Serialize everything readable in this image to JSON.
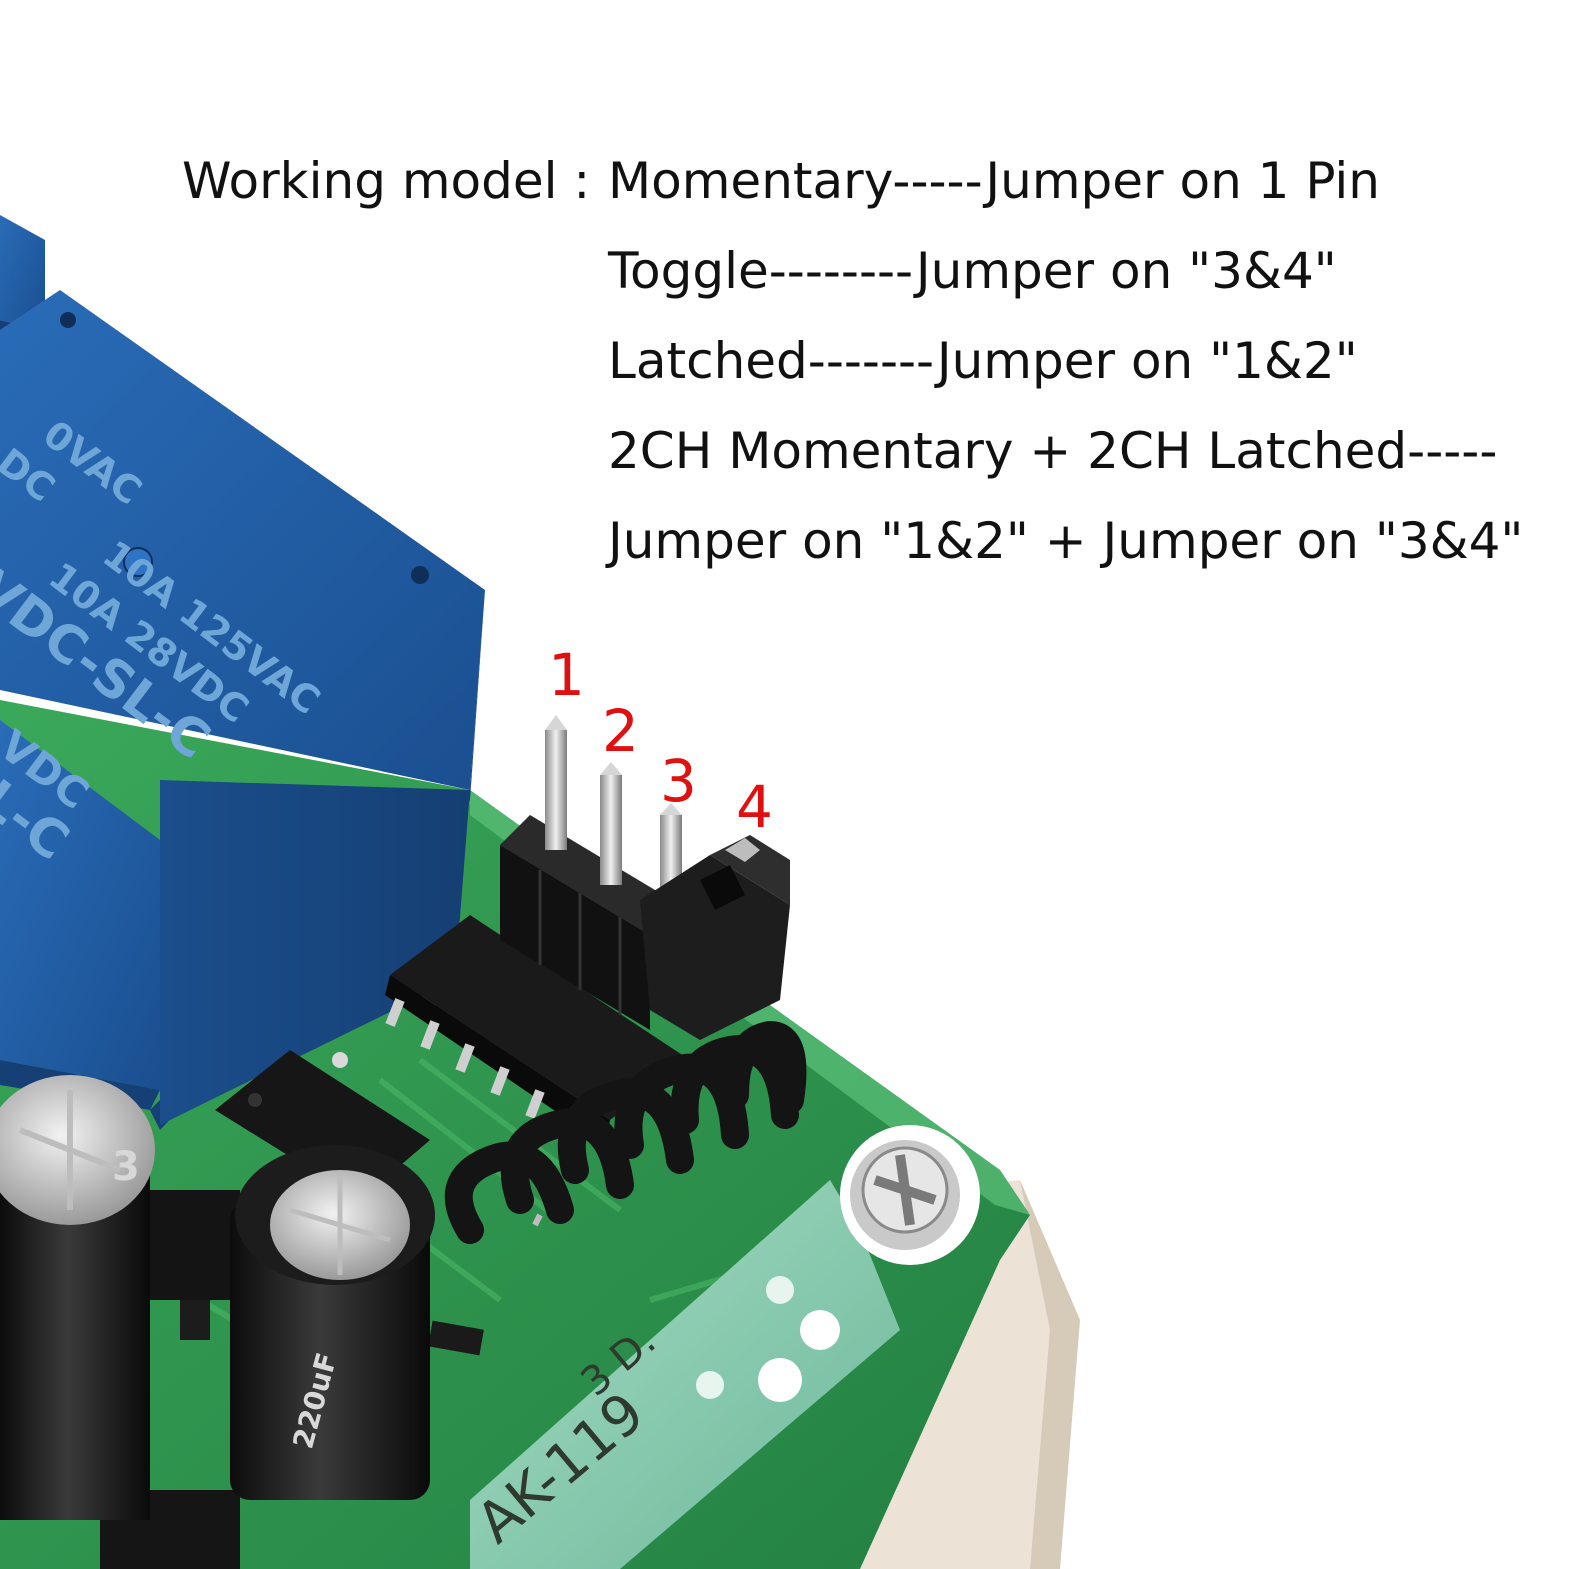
{
  "caption": {
    "prefix": "Working model :",
    "lines": [
      "Momentary-----Jumper on 1 Pin",
      "Toggle--------Jumper on \"3&4\"",
      "Latched-------Jumper on \"1&2\"",
      "2CH Momentary + 2CH Latched-----",
      "Jumper on \"1&2\" + Jumper on \"3&4\""
    ]
  },
  "pin_labels": [
    "1",
    "2",
    "3",
    "4"
  ],
  "relay_upper": {
    "line1": "10A 125VAC",
    "line2": "10A 28VDC",
    "line3": "VDC-SL-C",
    "line4": "0VAC",
    "line5": "DC"
  },
  "relay_lower": {
    "line1": "VDC",
    "line2": "SL-C"
  },
  "receiver_module": {
    "marking": "AK-119",
    "pin_marks": "3 D."
  },
  "capacitor_marks": {
    "small": "220uF",
    "big": "3"
  },
  "colors": {
    "pcb": "#2f9b4a",
    "relay": "#1f5fa8",
    "label_red": "#e01010",
    "caption_text": "#111111",
    "antenna": "#141414",
    "module": "#8fd0b6",
    "standoff": "#ece3d6"
  }
}
